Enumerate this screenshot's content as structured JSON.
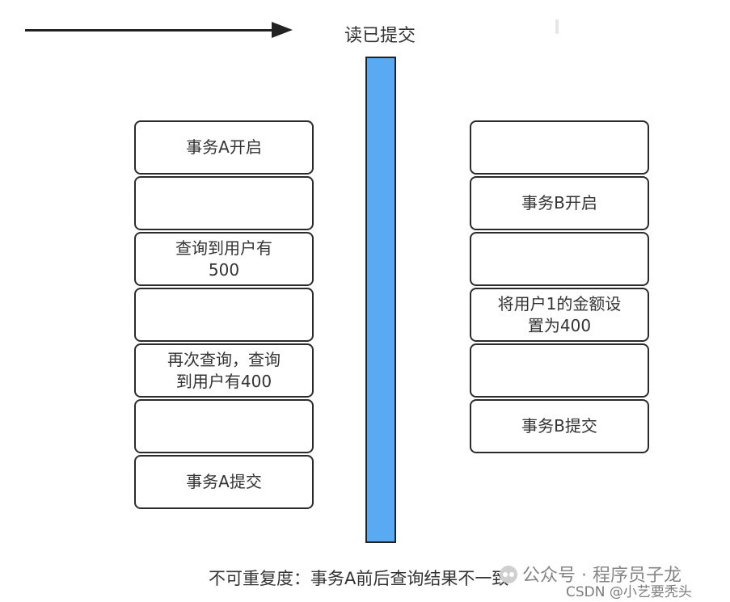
{
  "header": {
    "title": "读已提交"
  },
  "transaction_a": {
    "cells": [
      "事务A开启",
      "",
      "查询到用户有\n500",
      "",
      "再次查询，查询\n到用户有400",
      "",
      "事务A提交"
    ]
  },
  "transaction_b": {
    "cells": [
      "",
      "事务B开启",
      "",
      "将用户1的金额设\n置为400",
      "",
      "事务B提交"
    ]
  },
  "caption": "不可重复度：事务A前后查询结果不一致",
  "watermark": {
    "line1": "公众号 · 程序员子龙",
    "line2": "CSDN @小艺要秃头"
  },
  "colors": {
    "timeline": "#5aa9f3",
    "border": "#2b2b2b",
    "arrow": "#222222"
  }
}
